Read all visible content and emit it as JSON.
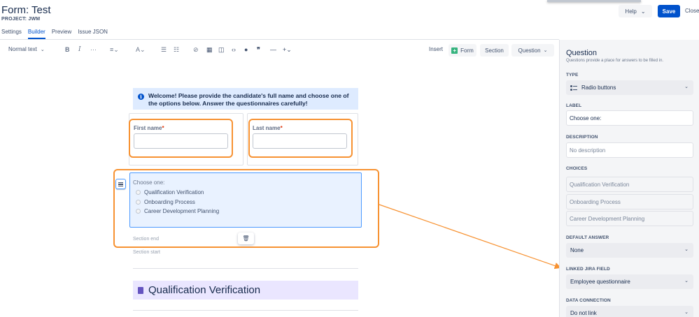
{
  "header": {
    "title": "Form: Test",
    "project": "PROJECT: JWM",
    "help_label": "Help",
    "save_label": "Save",
    "close_label": "Close"
  },
  "tabs": [
    {
      "label": "Settings",
      "active": false
    },
    {
      "label": "Builder",
      "active": true
    },
    {
      "label": "Preview",
      "active": false
    },
    {
      "label": "Issue JSON",
      "active": false
    }
  ],
  "toolbar": {
    "text_style": "Normal text",
    "insert_label": "Insert",
    "form_label": "Form",
    "section_label": "Section",
    "question_label": "Question"
  },
  "canvas": {
    "info_text": "Welcome! Please provide the candidate's full name and choose one of the options below. Answer the questionnaires carefully!",
    "first_name_label": "First name",
    "last_name_label": "Last name",
    "required_mark": "*",
    "choose_label": "Choose one:",
    "options": [
      "Qualification Verification",
      "Onboarding Process",
      "Career Development Planning"
    ],
    "section_end": "Section end",
    "section_start": "Section start",
    "heading": "Qualification Verification"
  },
  "side_panel": {
    "title": "Question",
    "subtitle": "Questions provide a place for answers to be filled in.",
    "type_label": "TYPE",
    "type_value": "Radio buttons",
    "label_label": "LABEL",
    "label_value": "Choose one:",
    "description_label": "DESCRIPTION",
    "description_placeholder": "No description",
    "choices_label": "CHOICES",
    "choices": [
      "Qualification Verification",
      "Onboarding Process",
      "Career Development Planning"
    ],
    "default_answer_label": "DEFAULT ANSWER",
    "default_answer_value": "None",
    "linked_field_label": "LINKED JIRA FIELD",
    "linked_field_value": "Employee questionnaire",
    "data_connection_label": "DATA CONNECTION",
    "data_connection_value": "Do not link"
  },
  "colors": {
    "accent": "#0052cc",
    "highlight": "#f79232",
    "info_bg": "#deebff",
    "heading_bg": "#eae6ff"
  }
}
